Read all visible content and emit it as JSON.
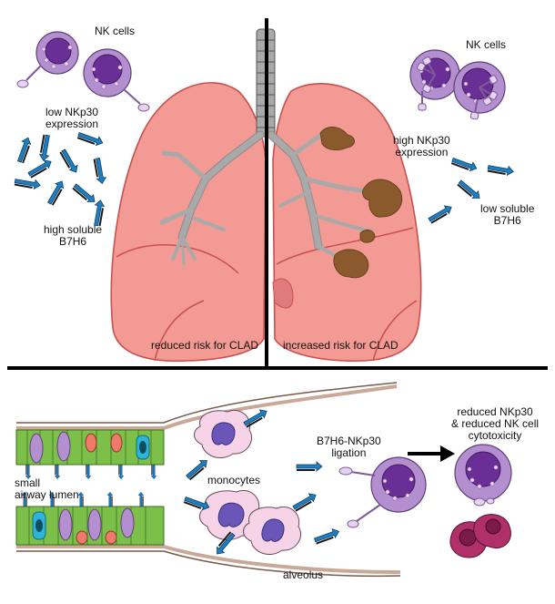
{
  "colors": {
    "lung_fill": "#f29a93",
    "lung_stroke": "#c9504f",
    "airway_gray": "#a9a9a9",
    "lesion_brown": "#8a5a2c",
    "nk_cell": "#b48fd0",
    "nk_nucleus": "#6a2f96",
    "b7h6_blue": "#1e7fc0",
    "monocyte": "#f6d3e6",
    "epithelium_green": "#7cc04a",
    "dead_cell": "#b0306a"
  },
  "icons": [
    "nk-cell-icon",
    "b7h6-molecule-icon",
    "nkp30-receptor-icon",
    "monocyte-icon",
    "lung-icon",
    "arrow-right-icon"
  ],
  "top_left": {
    "nk_cells": "NK cells",
    "nkp30_line1": "low NKp30",
    "nkp30_line2": "expression",
    "b7h6_line1": "high soluble",
    "b7h6_line2": "B7H6",
    "risk": "reduced risk for CLAD"
  },
  "top_right": {
    "nk_cells": "NK cells",
    "nkp30_line1": "high NKp30",
    "nkp30_line2": "expression",
    "b7h6_line1": "low soluble",
    "b7h6_line2": "B7H6",
    "risk": "increased risk for CLAD"
  },
  "bottom": {
    "airway_line1": "small",
    "airway_line2": "airway lumen",
    "monocytes": "monocytes",
    "ligation_line1": "B7H6-NKp30",
    "ligation_line2": "ligation",
    "result_line1": "reduced NKp30",
    "result_line2": "& reduced NK cell",
    "result_line3": "cytotoxicity",
    "alveolus": "alveolus"
  }
}
